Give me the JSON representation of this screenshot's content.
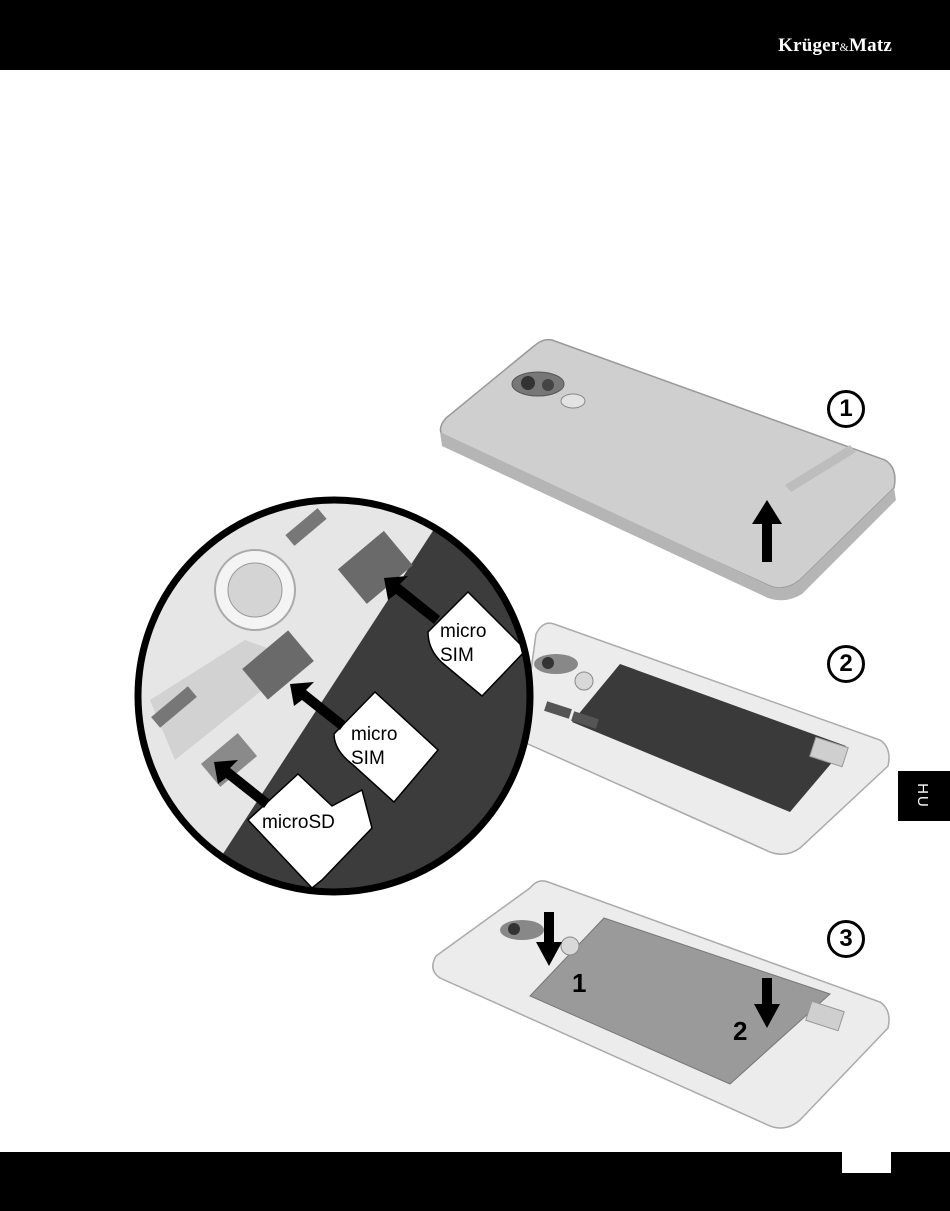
{
  "header": {
    "brand_main": "Krüger",
    "brand_amp": "&",
    "brand_end": "Matz"
  },
  "language_tab": "HU",
  "steps": [
    {
      "number": "1"
    },
    {
      "number": "2"
    },
    {
      "number": "3"
    }
  ],
  "battery_arrow_labels": [
    "1",
    "2"
  ],
  "slot_labels": {
    "sim_top": {
      "line1": "micro",
      "line2": "SIM"
    },
    "sim_mid": {
      "line1": "micro",
      "line2": "SIM"
    },
    "sd": "microSD"
  },
  "page_number": ""
}
